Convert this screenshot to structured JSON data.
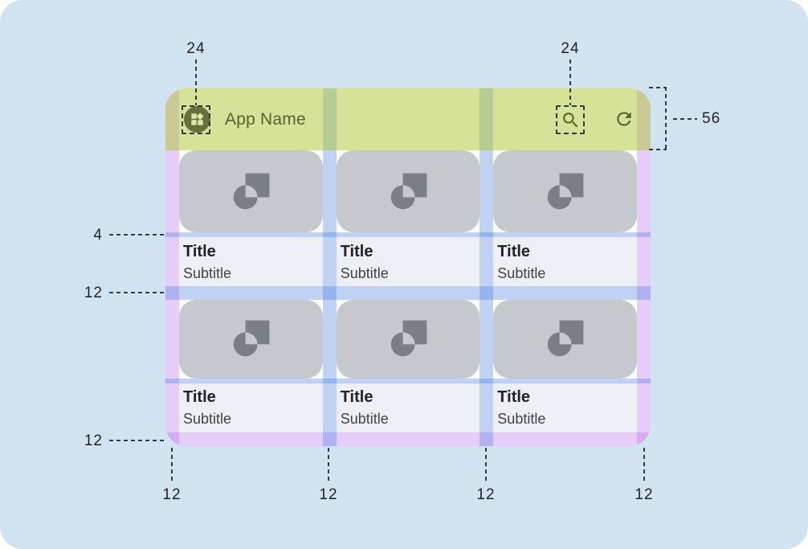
{
  "appbar": {
    "app_name": "App Name"
  },
  "cards": [
    {
      "title": "Title",
      "subtitle": "Subtitle"
    },
    {
      "title": "Title",
      "subtitle": "Subtitle"
    },
    {
      "title": "Title",
      "subtitle": "Subtitle"
    },
    {
      "title": "Title",
      "subtitle": "Subtitle"
    },
    {
      "title": "Title",
      "subtitle": "Subtitle"
    },
    {
      "title": "Title",
      "subtitle": "Subtitle"
    }
  ],
  "measurements": {
    "leading_icon_size": "24",
    "trailing_icon_size": "24",
    "appbar_height": "56",
    "image_text_gap": "4",
    "row_gap": "12",
    "bottom_margin": "12",
    "left_margin": "12",
    "gutter_1": "12",
    "gutter_2": "12",
    "right_margin": "12"
  },
  "colors": {
    "page_bg": "#d1e3f1",
    "ov_green": "rgba(173,198,50,0.50)",
    "ov_purple": "rgba(177,99,235,0.32)",
    "ov_blue": "rgba(70,122,222,0.34)",
    "image_bg": "#c5c8cc",
    "card_text_bg": "#edeff4",
    "placeholder_icon": "#7a7f85",
    "appbar_fg": "#57632c",
    "appbar_icon_circle": "#67703d",
    "appbar_icon_glyph": "#dfe8ab",
    "title_color": "#202226",
    "subtitle_color": "#3e4248",
    "label_color": "#1f2124",
    "dash": "#35383c"
  }
}
